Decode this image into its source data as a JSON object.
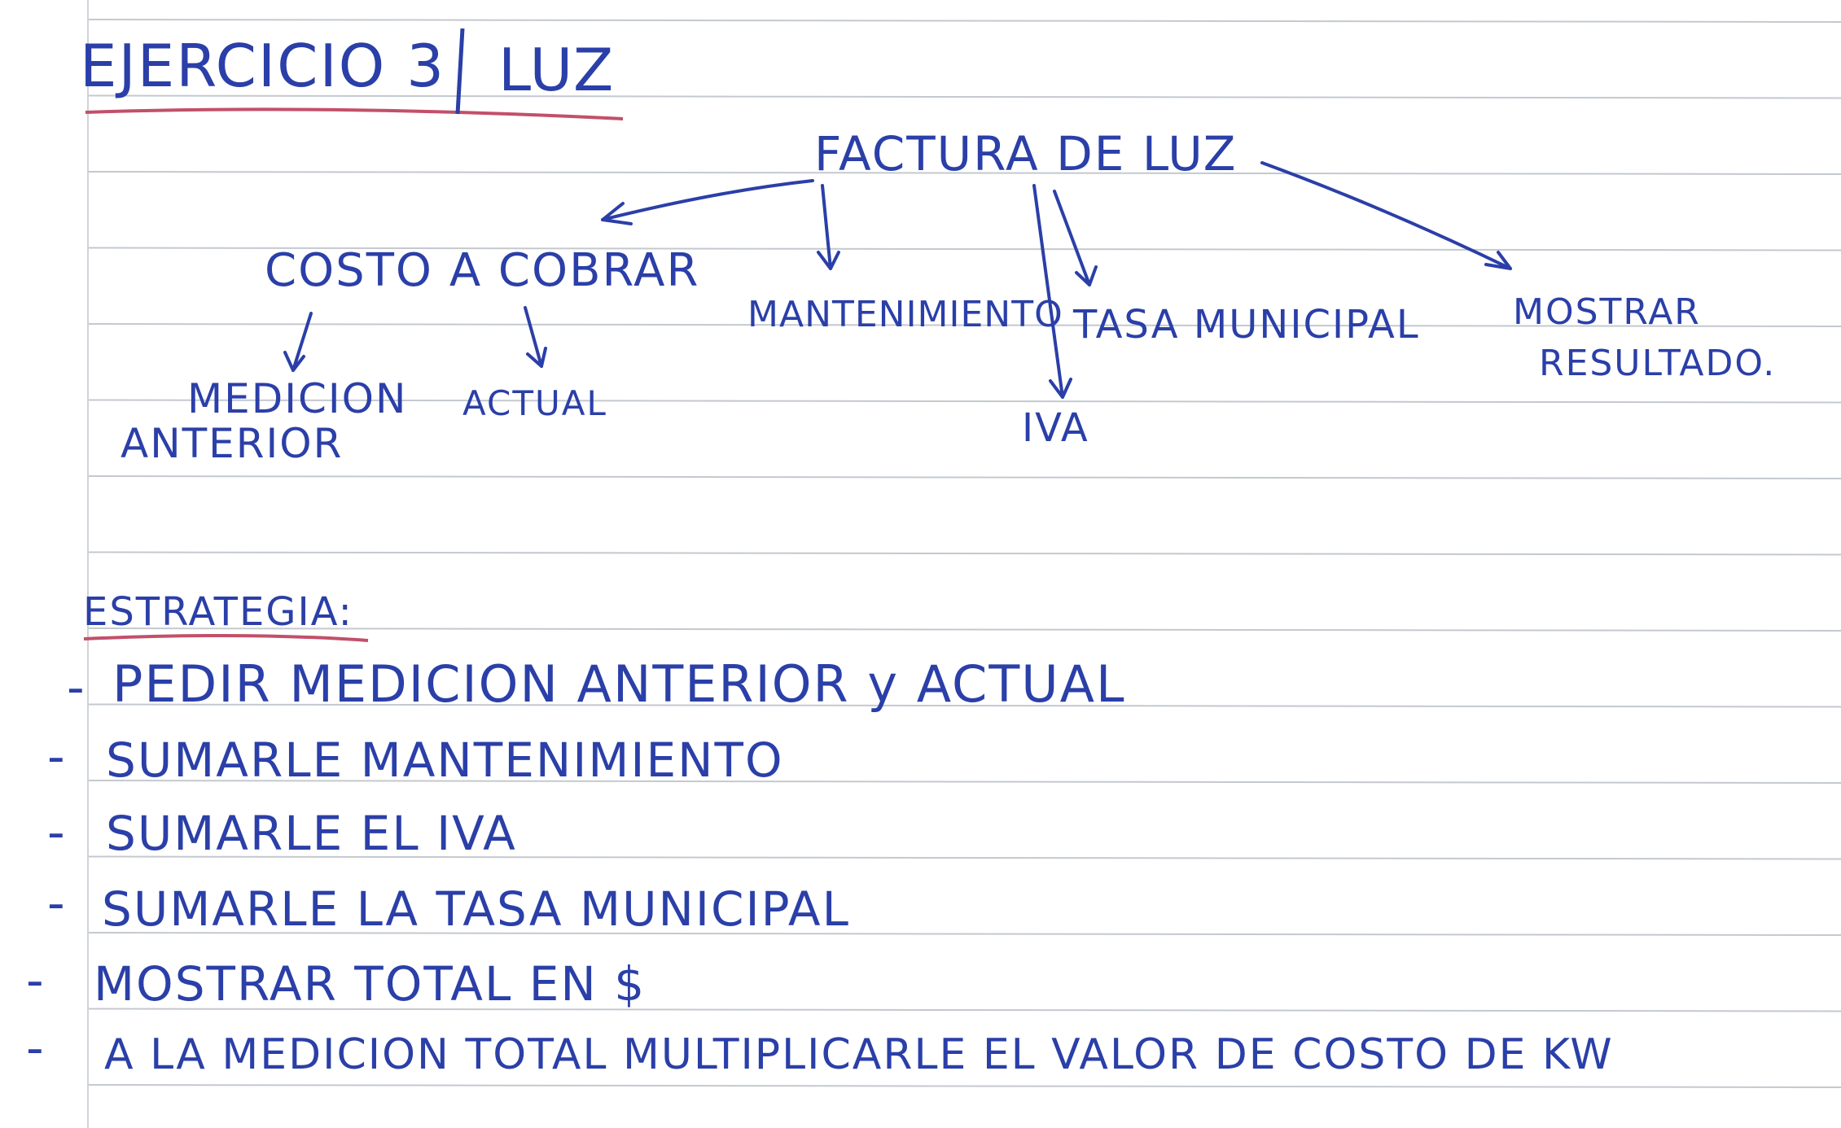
{
  "title": {
    "exercise": "EJERCICIO 3",
    "subject": "LUZ"
  },
  "diagram": {
    "root": "FACTURA DE LUZ",
    "branches": {
      "costo": "COSTO A COBRAR",
      "mantenimiento": "MANTENIMIENTO",
      "tasa": "TASA MUNICIPAL",
      "iva": "IVA",
      "mostrar_line1": "MOSTRAR",
      "mostrar_line2": "RESULTADO."
    },
    "costo_children": {
      "medicion_line1": "MEDICION",
      "medicion_line2": "ANTERIOR",
      "actual": "ACTUAL"
    }
  },
  "strategy": {
    "heading": "ESTRATEGIA:",
    "bullet": "-",
    "steps": [
      "PEDIR MEDICION ANTERIOR y ACTUAL",
      "SUMARLE MANTENIMIENTO",
      "SUMARLE EL IVA",
      "SUMARLE LA TASA MUNICIPAL",
      "MOSTRAR TOTAL EN $",
      "A LA MEDICION TOTAL MULTIPLICARLE EL VALOR DE COSTO DE KW"
    ]
  },
  "colors": {
    "ink": "#2b3fa8",
    "rule_line": "#c4c9cf",
    "margin_line": "#cfd3d8",
    "underline": "#c2506a",
    "paper": "#ffffff"
  }
}
